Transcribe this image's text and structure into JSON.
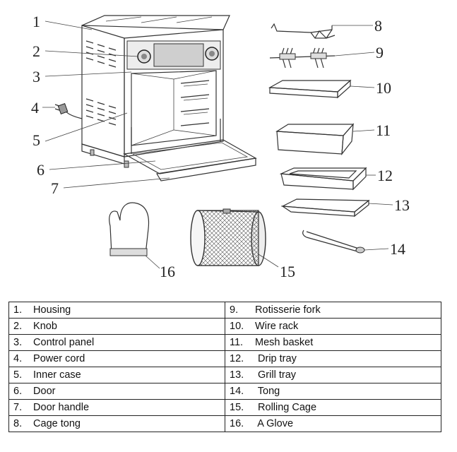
{
  "callouts": [
    "1",
    "2",
    "3",
    "4",
    "5",
    "6",
    "7",
    "8",
    "9",
    "10",
    "11",
    "12",
    "13",
    "14",
    "15",
    "16"
  ],
  "parts": [
    {
      "num": "1.",
      "name": "Housing"
    },
    {
      "num": "2.",
      "name": "Knob"
    },
    {
      "num": "3.",
      "name": "Control panel"
    },
    {
      "num": "4.",
      "name": "Power cord"
    },
    {
      "num": "5.",
      "name": "Inner case"
    },
    {
      "num": "6.",
      "name": "Door"
    },
    {
      "num": "7.",
      "name": "Door handle"
    },
    {
      "num": "8.",
      "name": "Cage tong"
    },
    {
      "num": "9.",
      "name": "Rotisserie fork"
    },
    {
      "num": "10.",
      "name": "Wire rack"
    },
    {
      "num": "11.",
      "name": "Mesh basket"
    },
    {
      "num": "12.",
      "name": "Drip tray"
    },
    {
      "num": "13.",
      "name": "Grill tray"
    },
    {
      "num": "14.",
      "name": "Tong"
    },
    {
      "num": "15.",
      "name": "Rolling Cage"
    },
    {
      "num": "16.",
      "name": "A Glove"
    }
  ]
}
